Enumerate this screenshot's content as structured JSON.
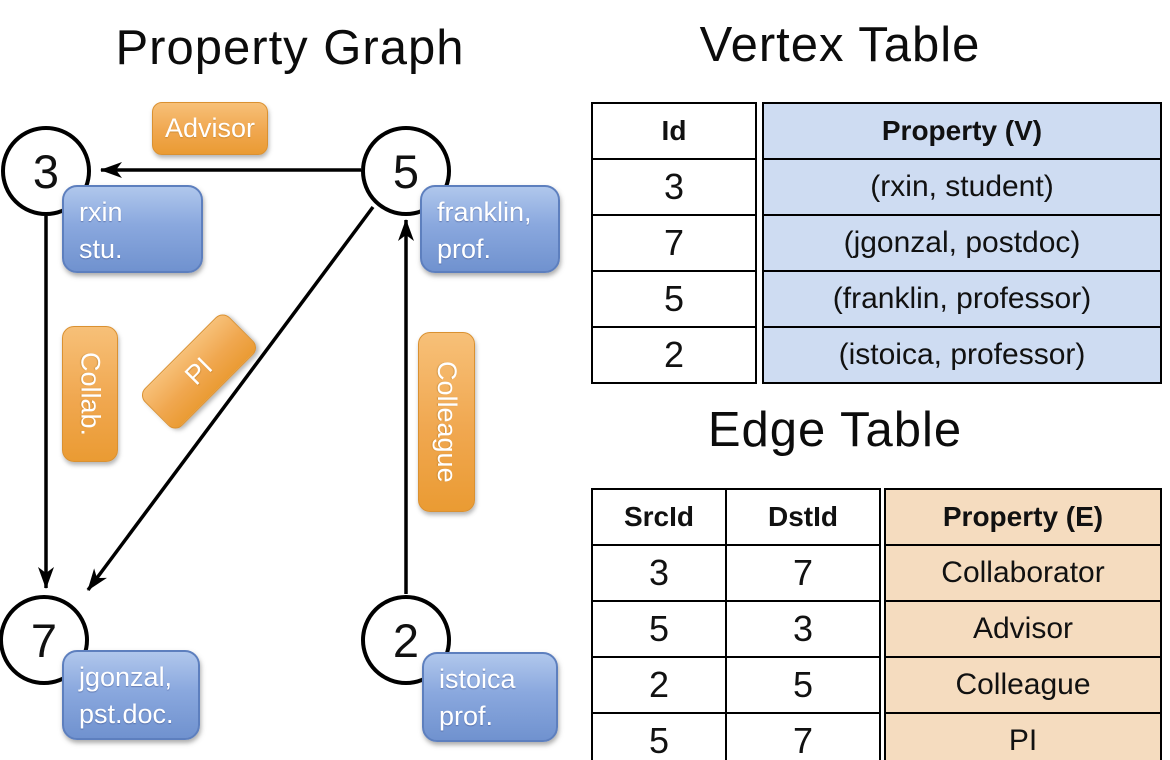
{
  "slide": {
    "graph_title": "Property Graph",
    "vertex_table_title": "Vertex Table",
    "edge_table_title": "Edge Table"
  },
  "graph": {
    "nodes": [
      {
        "id": "3",
        "property_line1": "rxin",
        "property_line2": "stu."
      },
      {
        "id": "5",
        "property_line1": "franklin,",
        "property_line2": "prof."
      },
      {
        "id": "7",
        "property_line1": "jgonzal,",
        "property_line2": "pst.doc."
      },
      {
        "id": "2",
        "property_line1": "istoica",
        "property_line2": "prof."
      }
    ],
    "edges": [
      {
        "src": "5",
        "dst": "3",
        "label": "Advisor"
      },
      {
        "src": "3",
        "dst": "7",
        "label": "Collab."
      },
      {
        "src": "5",
        "dst": "7",
        "label": "PI"
      },
      {
        "src": "2",
        "dst": "5",
        "label": "Colleague"
      }
    ]
  },
  "vertex_table": {
    "columns": [
      "Id",
      "Property (V)"
    ],
    "rows": [
      [
        "3",
        "(rxin, student)"
      ],
      [
        "7",
        "(jgonzal, postdoc)"
      ],
      [
        "5",
        "(franklin, professor)"
      ],
      [
        "2",
        "(istoica, professor)"
      ]
    ]
  },
  "edge_table": {
    "columns": [
      "SrcId",
      "DstId",
      "Property (E)"
    ],
    "rows": [
      [
        "3",
        "7",
        "Collaborator"
      ],
      [
        "5",
        "3",
        "Advisor"
      ],
      [
        "2",
        "5",
        "Colleague"
      ],
      [
        "5",
        "7",
        "PI"
      ]
    ]
  },
  "colors": {
    "edge_label_orange": "#F0A74F",
    "vertex_box_blue": "#8AA8DE",
    "vertex_property_fill": "#CEDCF2",
    "edge_property_fill": "#F5DCBF",
    "line_black": "#000000"
  }
}
